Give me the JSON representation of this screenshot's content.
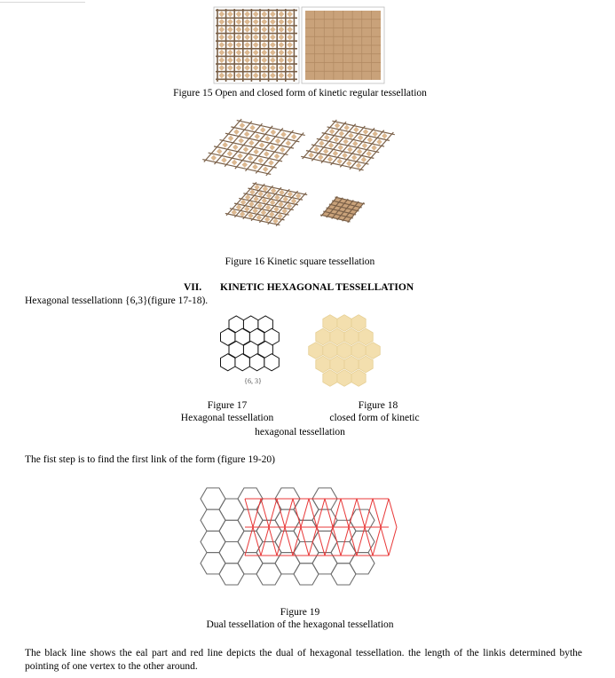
{
  "figure15": {
    "caption": "Figure 15 Open and closed form of kinetic regular tessellation"
  },
  "figure16": {
    "caption": "Figure 16 Kinetic square tessellation"
  },
  "section": {
    "number": "VII.",
    "title": "KINETIC HEXAGONAL TESSELLATION",
    "intro": "Hexagonal tessellationn {6,3}(figure 17-18)."
  },
  "figure17": {
    "symbol": "{6, 3}",
    "caption_line1": "Figure 17",
    "caption_line2": "Hexagonal tessellation"
  },
  "figure18": {
    "caption_line1": "Figure 18",
    "caption_line2": "closed form of kinetic",
    "caption_line3": "hexagonal tessellation"
  },
  "step_paragraph": "The fist step is to find the first link of the form (figure 19-20)",
  "figure19": {
    "caption_line1": "Figure 19",
    "caption_line2": "Dual tessellation of the hexagonal tessellation"
  },
  "closing_paragraph": "The black line shows the eal part and red line depicts the dual of hexagonal tessellation. the length of the linkis determined bythe pointing of one vertex to the other around.",
  "colors": {
    "wood_light": "#dcb890",
    "wood_tile": "#c9a27a",
    "wood_dark": "#7a6048",
    "hex_fill": "#f3dfae",
    "dual_red": "#e83838"
  }
}
